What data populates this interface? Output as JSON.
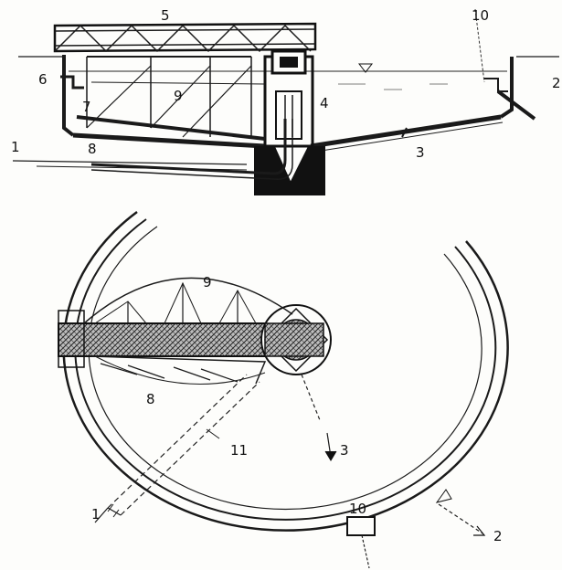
{
  "labels": {
    "section": {
      "l1": "1",
      "l3": "3",
      "l4": "4",
      "l5": "5",
      "l6": "6",
      "l7": "7",
      "l8": "8",
      "l9": "9",
      "l10": "10",
      "l2": "2"
    },
    "plan": {
      "l9": "9",
      "l8": "8",
      "l11": "11",
      "l3": "3",
      "l1": "1",
      "l10": "10",
      "l2": "2"
    }
  },
  "colors": {
    "ink": "#1a1a1a",
    "paper": "#fdfdfb"
  }
}
